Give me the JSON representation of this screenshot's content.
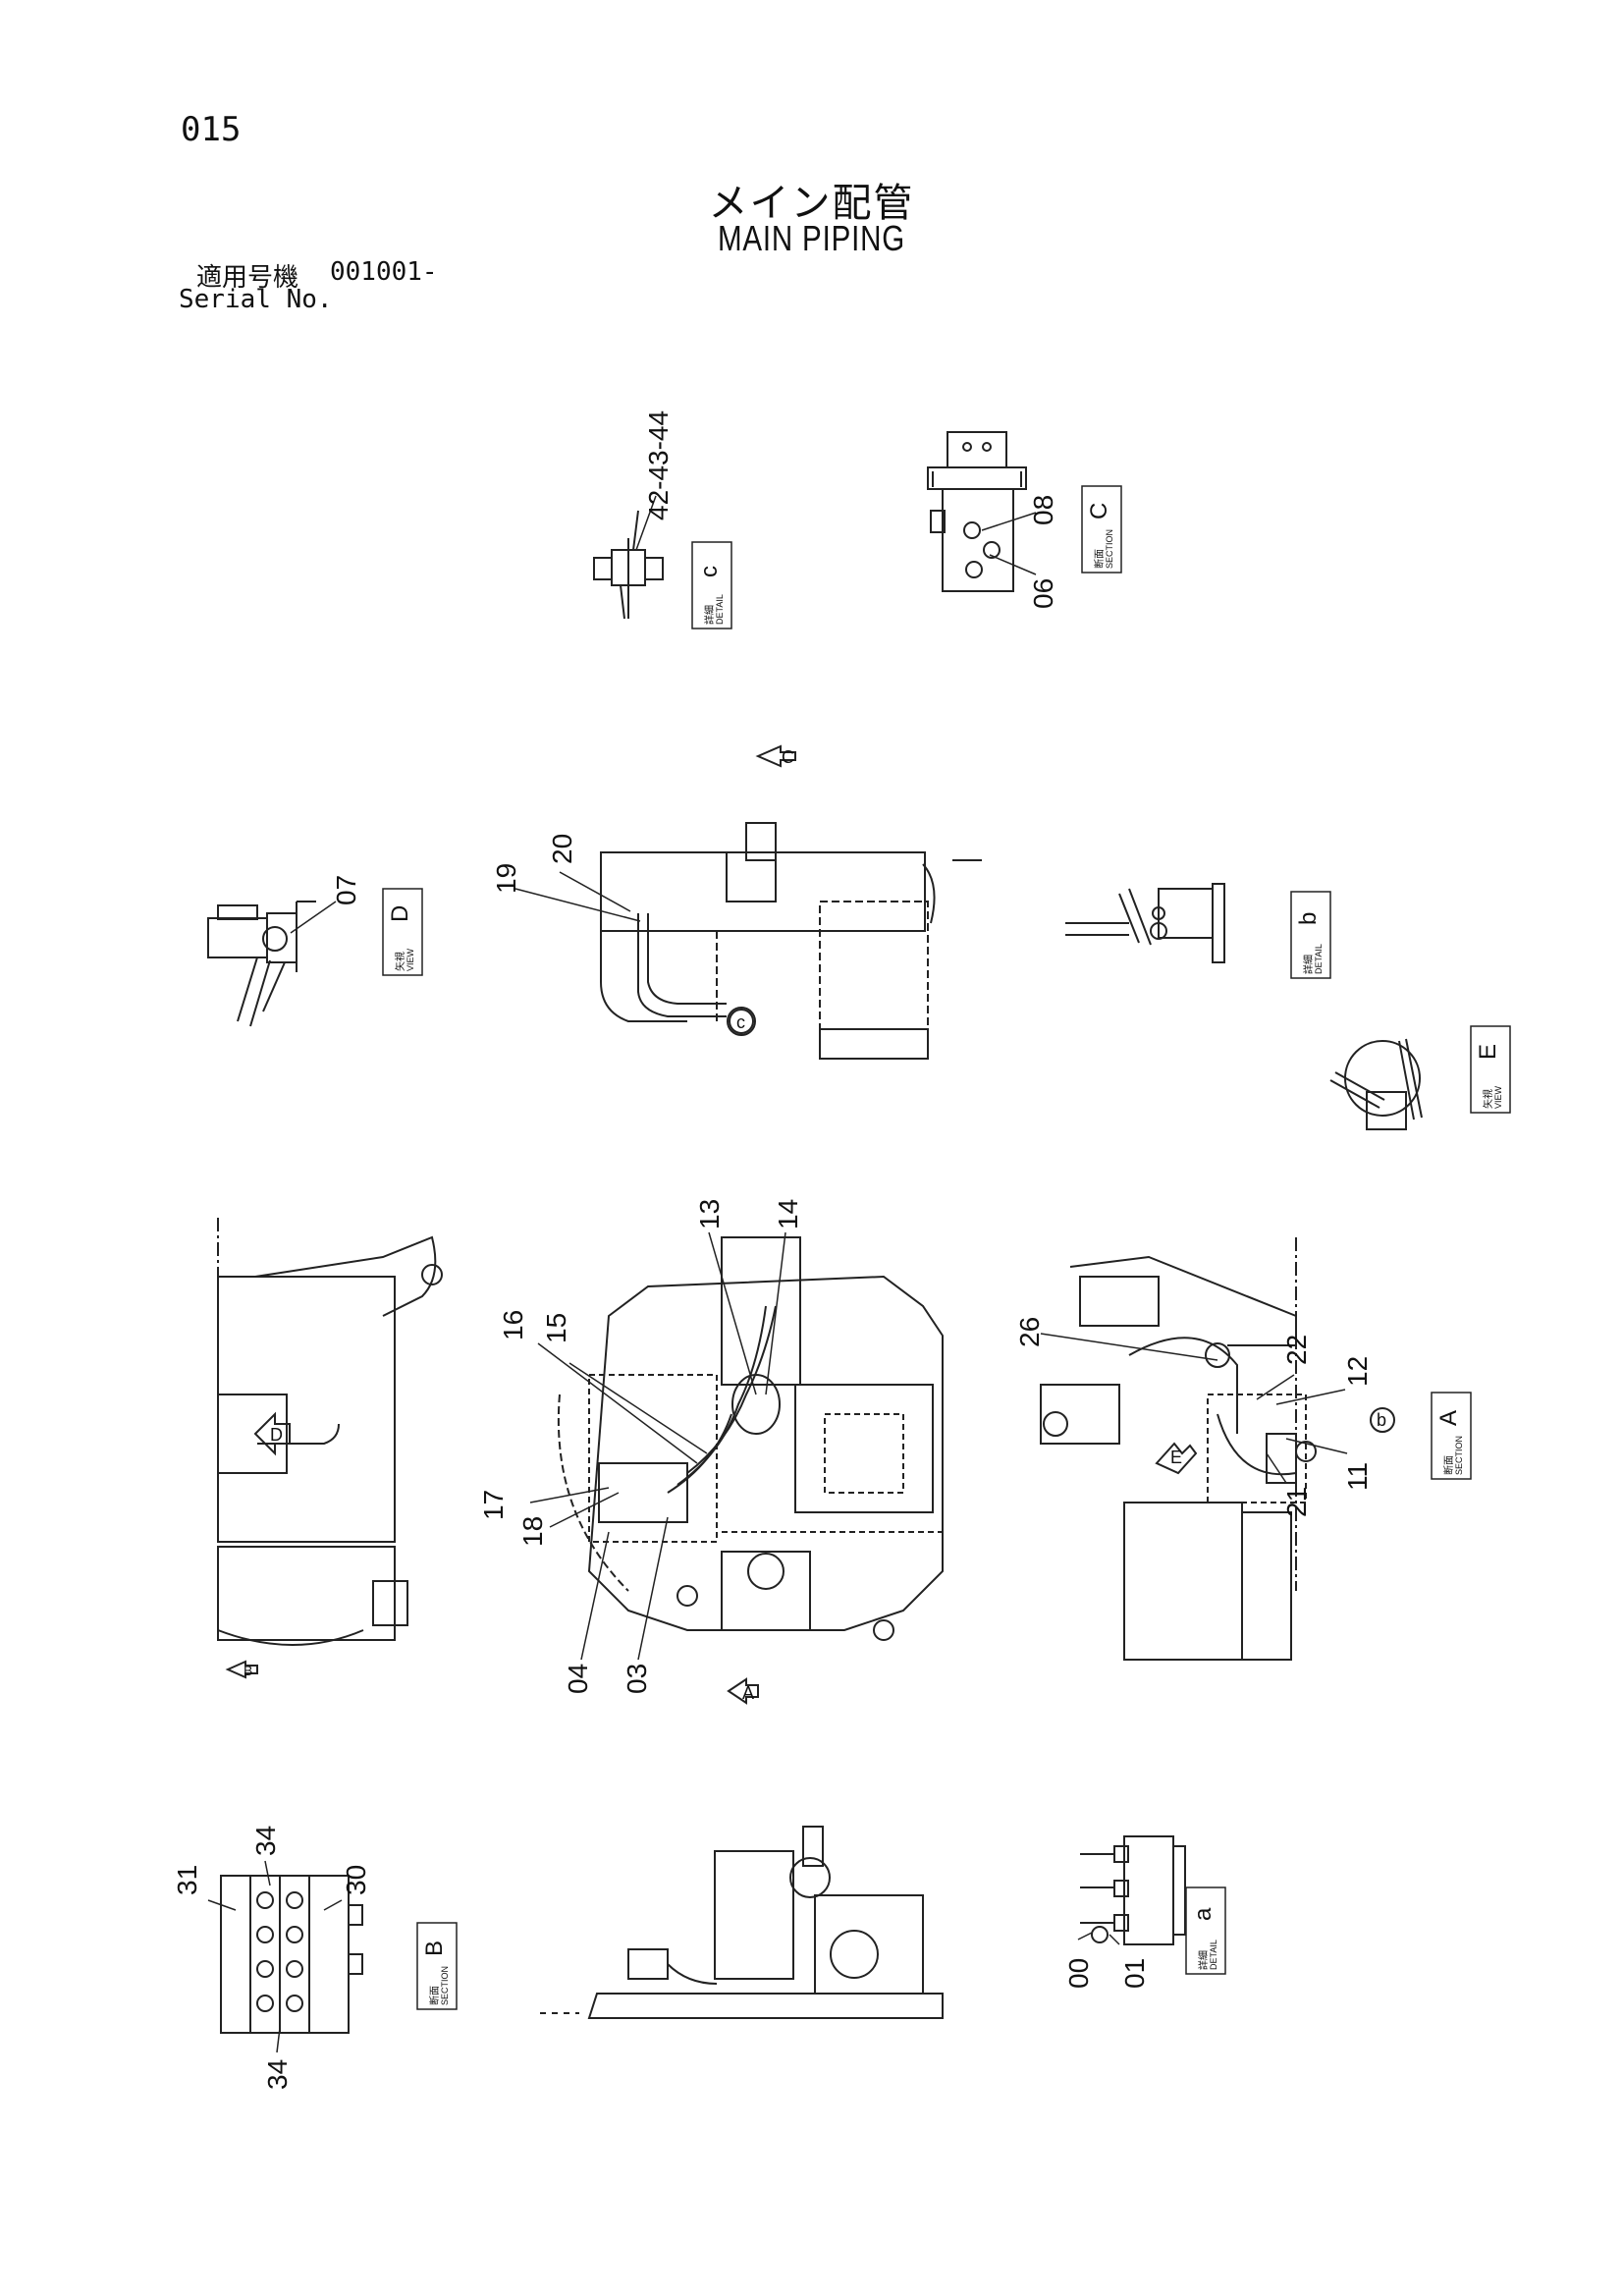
{
  "header": {
    "page_number": "015",
    "title_jp": "メイン配管",
    "title_en": "MAIN PIPING",
    "serial_label_jp": "適用号機",
    "serial_value": "001001-",
    "serial_label_en": "Serial No."
  },
  "callouts": [
    "42-43-44",
    "08",
    "06",
    "07",
    "20",
    "19",
    "13",
    "14",
    "16",
    "15",
    "17",
    "18",
    "04",
    "03",
    "26",
    "22",
    "12",
    "11",
    "21",
    "31",
    "34",
    "30",
    "34",
    "00",
    "01"
  ],
  "view_boxes": [
    {
      "kanji": "詳細",
      "caption": "DETAIL",
      "letter": "c"
    },
    {
      "kanji": "断面",
      "caption": "SECTION",
      "letter": "C"
    },
    {
      "kanji": "矢視",
      "caption": "VIEW",
      "letter": "D"
    },
    {
      "kanji": "詳細",
      "caption": "DETAIL",
      "letter": "b"
    },
    {
      "kanji": "矢視",
      "caption": "VIEW",
      "letter": "E"
    },
    {
      "kanji": "断面",
      "caption": "SECTION",
      "letter": "A"
    },
    {
      "kanji": "断面",
      "caption": "SECTION",
      "letter": "B"
    },
    {
      "kanji": "詳細",
      "caption": "DETAIL",
      "letter": "a"
    }
  ],
  "arrow_markers": [
    "C",
    "D",
    "B",
    "A",
    "E"
  ],
  "circle_markers": [
    "c",
    "b"
  ]
}
